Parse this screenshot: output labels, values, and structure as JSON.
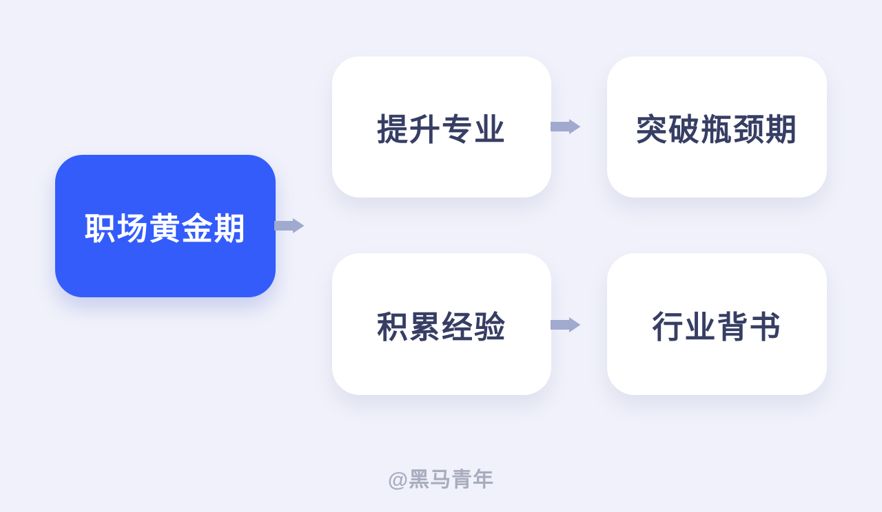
{
  "diagram": {
    "root": {
      "label": "职场黄金期"
    },
    "rows": [
      {
        "source": {
          "label": "提升专业"
        },
        "target": {
          "label": "突破瓶颈期"
        }
      },
      {
        "source": {
          "label": "积累经验"
        },
        "target": {
          "label": "行业背书"
        }
      }
    ]
  },
  "watermark": {
    "text": "@黑马青年"
  },
  "colors": {
    "background": "#F0F1FA",
    "root_fill": "#335CFB",
    "root_text": "#FFFFFF",
    "card_fill": "#FFFFFF",
    "card_text": "#373E64",
    "arrow": "#A0A9CE",
    "watermark_text": "#A9ACBE"
  }
}
